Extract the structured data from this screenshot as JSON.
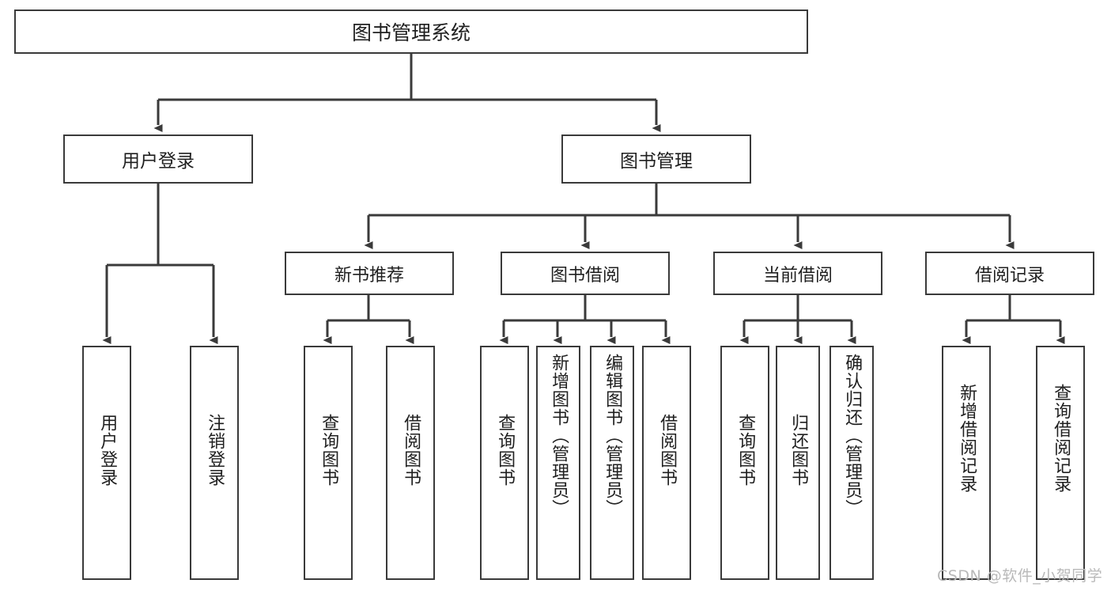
{
  "diagram": {
    "title": "图书管理系统",
    "type": "function-hierarchy-tree",
    "background_color": "#ffffff",
    "line_color": "#3a3a3a",
    "text_color": "#1f1f1f",
    "watermark": "CSDN @软件_小贺同学"
  },
  "nodes": {
    "root": {
      "label": "图书管理系统"
    },
    "level2": [
      {
        "label": "用户登录"
      },
      {
        "label": "图书管理"
      }
    ],
    "level3": [
      {
        "label": "新书推荐"
      },
      {
        "label": "图书借阅"
      },
      {
        "label": "当前借阅"
      },
      {
        "label": "借阅记录"
      }
    ],
    "leaves": {
      "user_login": [
        {
          "label": "用户登录"
        },
        {
          "label": "注销登录"
        }
      ],
      "new_book_recommend": [
        {
          "label": "查询图书"
        },
        {
          "label": "借阅图书"
        }
      ],
      "book_borrow": [
        {
          "label": "查询图书"
        },
        {
          "label": "新增图书（管理员）"
        },
        {
          "label": "编辑图书（管理员）"
        },
        {
          "label": "借阅图书"
        }
      ],
      "current_borrow": [
        {
          "label": "查询图书"
        },
        {
          "label": "归还图书"
        },
        {
          "label": "确认归还（管理员）"
        }
      ],
      "borrow_record": [
        {
          "label": "新增借阅记录"
        },
        {
          "label": "查询借阅记录"
        }
      ]
    }
  }
}
